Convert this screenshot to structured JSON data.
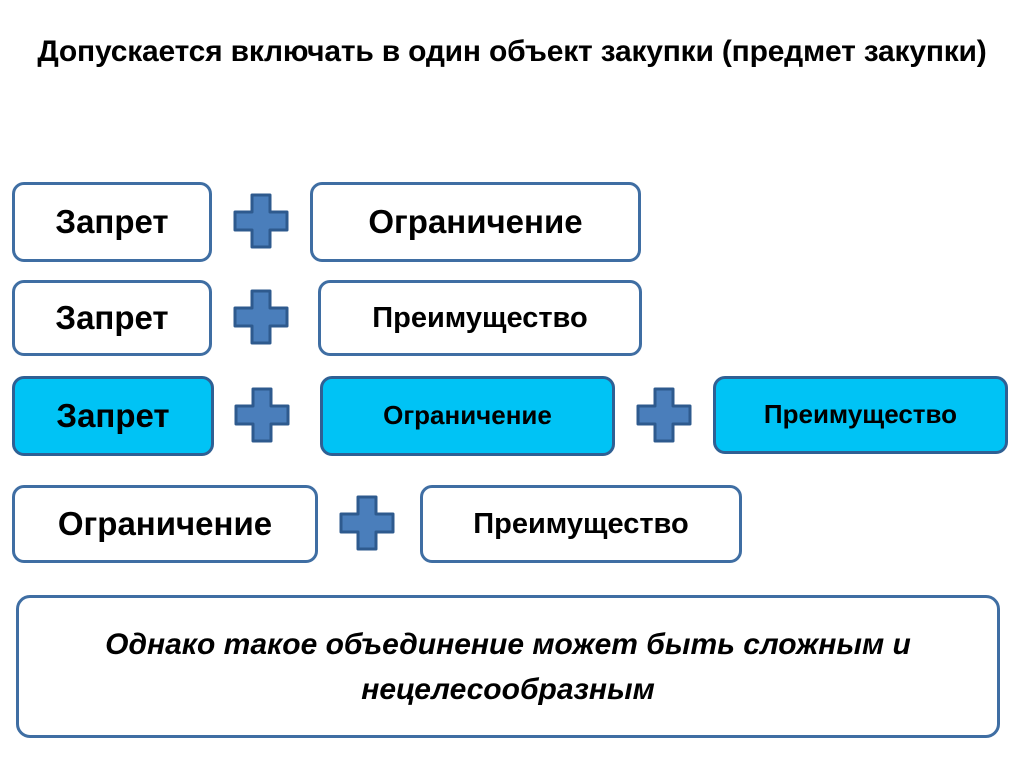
{
  "slide": {
    "title": "Допускается включать в один объект закупки (предмет закупки)",
    "background_color": "#ffffff"
  },
  "colors": {
    "box_border": "#3f6ea3",
    "box_fill_default": "#ffffff",
    "box_fill_highlight": "#00c3f5",
    "plus_fill": "#4a7ebb",
    "plus_stroke": "#2e5a8e",
    "text": "#000000"
  },
  "combinations": [
    {
      "row": 1,
      "highlighted": false,
      "items": [
        {
          "label": "Запрет"
        },
        {
          "label": "Ограничение"
        }
      ],
      "connector": "plus-icon"
    },
    {
      "row": 2,
      "highlighted": false,
      "items": [
        {
          "label": "Запрет"
        },
        {
          "label": "Преимущество"
        }
      ],
      "connector": "plus-icon"
    },
    {
      "row": 3,
      "highlighted": true,
      "items": [
        {
          "label": "Запрет"
        },
        {
          "label": "Ограничение"
        },
        {
          "label": "Преимущество"
        }
      ],
      "connector": "plus-icon"
    },
    {
      "row": 4,
      "highlighted": false,
      "items": [
        {
          "label": "Ограничение"
        },
        {
          "label": "Преимущество"
        }
      ],
      "connector": "plus-icon"
    }
  ],
  "conclusion": {
    "line1": "Однако такое объединение может быть сложным",
    "line2": "и нецелесообразным",
    "text": "Однако такое объединение может быть сложным и нецелесообразным"
  }
}
